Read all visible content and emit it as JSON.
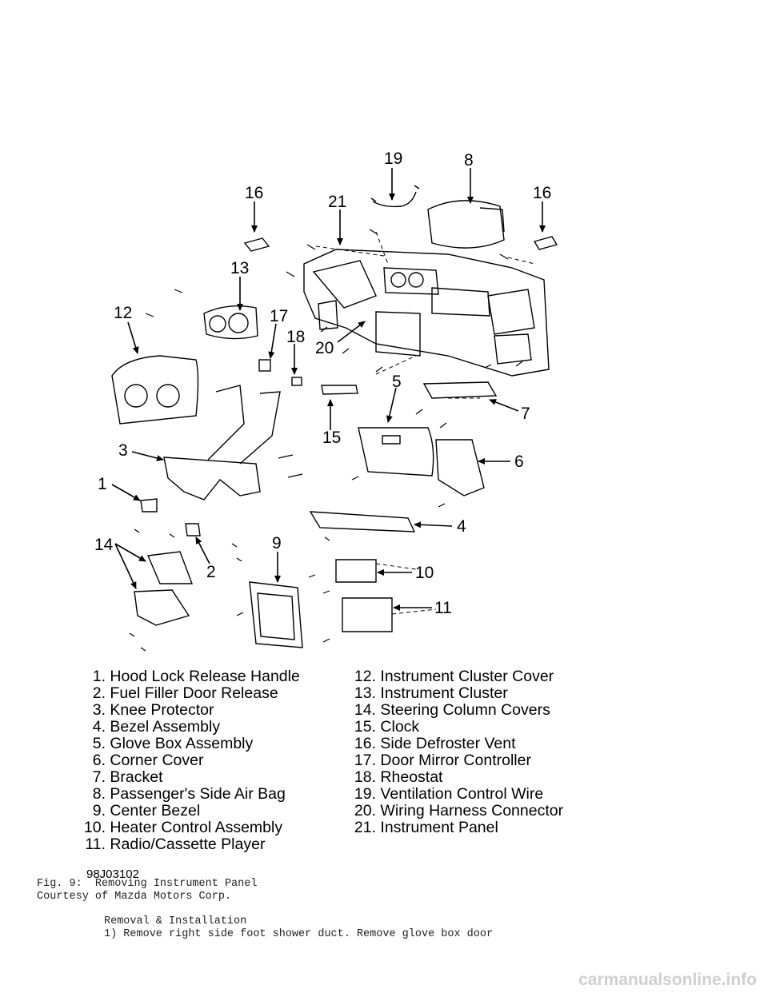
{
  "diagram": {
    "callouts": [
      "1",
      "2",
      "3",
      "4",
      "5",
      "6",
      "7",
      "8",
      "9",
      "10",
      "11",
      "12",
      "13",
      "14",
      "15",
      "16",
      "16",
      "17",
      "18",
      "19",
      "20",
      "21"
    ]
  },
  "legend": {
    "left": [
      {
        "num": "1.",
        "text": "Hood Lock Release Handle"
      },
      {
        "num": "2.",
        "text": "Fuel Filler Door Release"
      },
      {
        "num": "3.",
        "text": "Knee Protector"
      },
      {
        "num": "4.",
        "text": "Bezel Assembly"
      },
      {
        "num": "5.",
        "text": "Glove Box Assembly"
      },
      {
        "num": "6.",
        "text": "Corner Cover"
      },
      {
        "num": "7.",
        "text": "Bracket"
      },
      {
        "num": "8.",
        "text": "Passenger's Side Air Bag"
      },
      {
        "num": "9.",
        "text": "Center Bezel"
      },
      {
        "num": "10.",
        "text": "Heater Control Assembly"
      },
      {
        "num": "11.",
        "text": "Radio/Cassette Player"
      }
    ],
    "right": [
      {
        "num": "12.",
        "text": "Instrument Cluster Cover"
      },
      {
        "num": "13.",
        "text": "Instrument Cluster"
      },
      {
        "num": "14.",
        "text": "Steering Column Covers"
      },
      {
        "num": "15.",
        "text": "Clock"
      },
      {
        "num": "16.",
        "text": "Side Defroster Vent"
      },
      {
        "num": "17.",
        "text": "Door Mirror Controller"
      },
      {
        "num": "18.",
        "text": "Rheostat"
      },
      {
        "num": "19.",
        "text": "Ventilation Control Wire"
      },
      {
        "num": "20.",
        "text": "Wiring Harness Connector"
      },
      {
        "num": "21.",
        "text": "Instrument Panel"
      }
    ]
  },
  "figure_code": "98J03102",
  "caption": {
    "line1": "Fig. 9:  Removing Instrument Panel",
    "line2": "Courtesy of Mazda Motors Corp."
  },
  "body": {
    "heading": "Removal & Installation",
    "step1": "1) Remove right side foot shower duct. Remove glove box door"
  },
  "watermark": "carmanualsonline.info"
}
